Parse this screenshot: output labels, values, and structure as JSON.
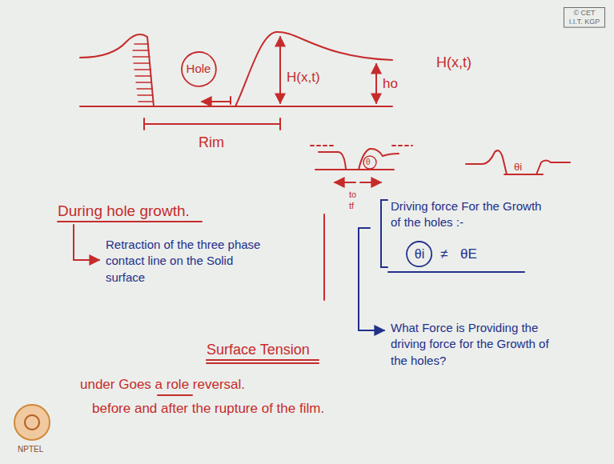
{
  "diagram": {
    "nodes": [
      {
        "text": [
          "© CET I.I.T. KGP"
        ]
      },
      {
        "text": [
          "Hole"
        ]
      },
      {
        "text": [
          "θi"
        ]
      }
    ],
    "labels": [
      "H(x,t)",
      "ho",
      "H(x,t)",
      "Rim",
      "θ",
      "to",
      "tf",
      "θi",
      "During hole growth.",
      "Retraction of the three phase contact line on the Solid surface",
      "Driving force For the Growth of the holes :-",
      "≠",
      "θE",
      "What Force is Providing the driving force for the Growth of the holes?",
      "Surface Tension",
      "under Goes a role reversal.",
      "before and after the rupture of the film.",
      "NPTEL"
    ]
  }
}
